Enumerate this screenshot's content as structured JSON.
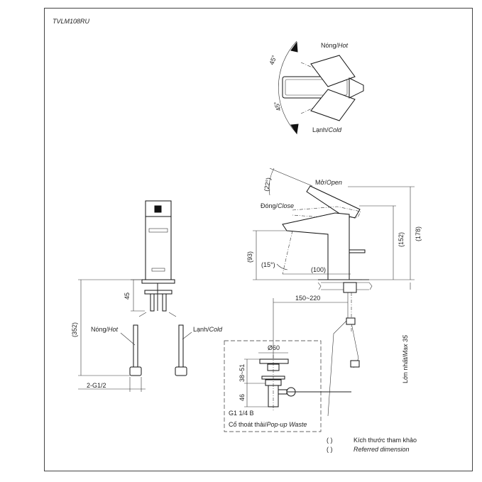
{
  "model": "TVLM108RU",
  "top_view": {
    "angle_hot": "45°",
    "angle_cold": "45°",
    "hot_vi": "Nóng/",
    "hot_en": "Hot",
    "cold_vi": "Lạnh/",
    "cold_en": "Cold"
  },
  "side_view": {
    "angle_open": "(22°)",
    "open_vi": "Mở/",
    "open_en": "Open",
    "close_vi": "Đóng/",
    "close_en": "Close",
    "dim_152": "(152)",
    "dim_178": "(178)",
    "dim_93": "(93)",
    "angle_15": "(15°)",
    "dim_100": "(100)",
    "dim_150_220": "150~220",
    "max_label_vi": "Lớn nhất/",
    "max_label_en": "Max 35"
  },
  "front_view": {
    "dim_45": "45",
    "dim_352": "(352)",
    "hot_vi": "Nóng/",
    "hot_en": "Hot",
    "cold_vi": "Lạnh/",
    "cold_en": "Cold",
    "thread": "2-G1/2"
  },
  "waste": {
    "dia": "Ø60",
    "dim_38_51": "38~51",
    "dim_46": "46",
    "thread": "G1 1/4 B",
    "label_vi": "Cổ thoát thải/",
    "label_en": "Pop-up Waste"
  },
  "legend": {
    "row1_bracket": "(        )",
    "row1_text": "Kích thước tham khảo",
    "row2_bracket": "(        )",
    "row2_text": "Referred dimension"
  }
}
